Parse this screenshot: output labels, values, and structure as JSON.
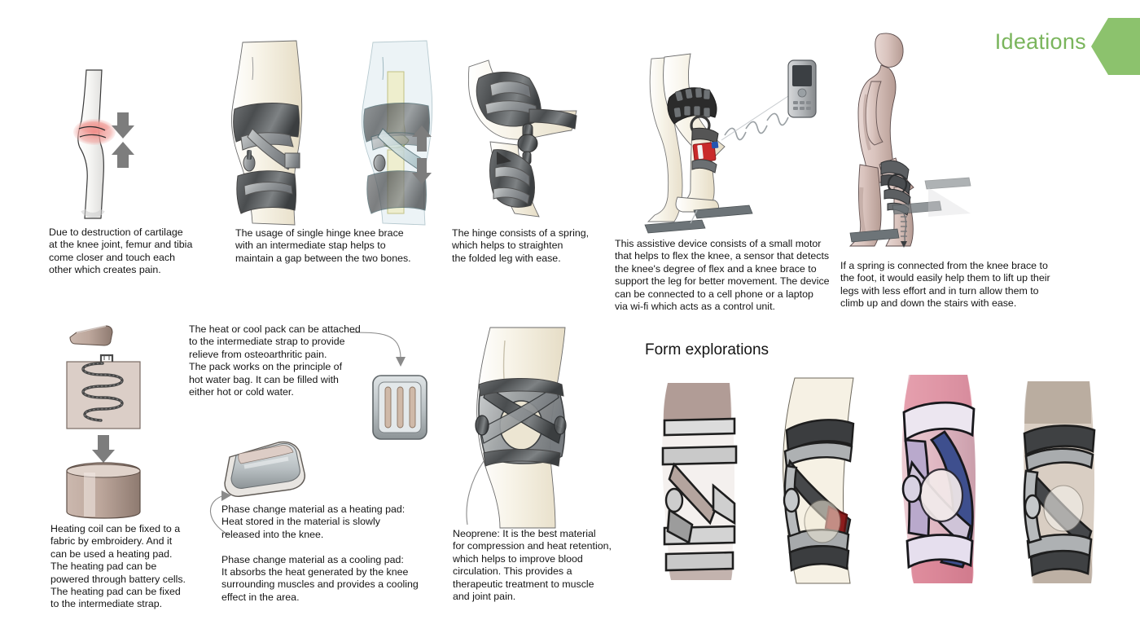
{
  "page": {
    "title": "Ideations",
    "background": "#ffffff",
    "accent_green": "#8cc26d",
    "accent_green_text": "#7ab55c"
  },
  "tab": {
    "label": "Ideations",
    "icon": "chevron-left-tab-shape"
  },
  "row1": {
    "captions": [
      {
        "id": "cartilage-destruction",
        "text": "Due to destruction of cartilage\nat the knee joint, femur and tibia\ncome closer and touch each\nother which creates pain."
      },
      {
        "id": "single-hinge-brace",
        "text": "The usage of single hinge knee brace\nwith an intermediate stap helps to\nmaintain a gap between the two bones."
      },
      {
        "id": "hinge-spring",
        "text": "The hinge consists of a spring,\nwhich helps to straighten\nthe folded leg with ease."
      },
      {
        "id": "assistive-device",
        "text": "This assistive device consists of a small motor\nthat helps to flex the knee, a sensor that detects\nthe knee's degree of flex and a knee brace to\nsupport the leg for better movement. The device\ncan be connected to a cell phone or a laptop\nvia wi-fi which acts as a control unit."
      },
      {
        "id": "spring-to-foot",
        "text": "If a spring is connected from the knee brace to\nthe foot, it would easily help them to lift up their\nlegs with less effort and in turn allow them to\nclimb up and down the stairs with ease."
      }
    ]
  },
  "row2": {
    "captions": [
      {
        "id": "heat-cool-pack",
        "text": "The heat or cool pack can be attached\nto the intermediate strap to provide\nrelieve from osteoarthritic pain.\nThe pack works on the principle of\nhot water bag. It can be filled with\neither hot or cold water."
      },
      {
        "id": "heating-coil",
        "text": "Heating coil can be fixed to a\nfabric by embroidery. And it\ncan be used a heating pad.\nThe heating pad can be\npowered through battery cells.\nThe heating pad can be fixed\nto the intermediate strap."
      },
      {
        "id": "phase-change-material",
        "text": "Phase change material as a heating pad:\nHeat stored in the material is slowly\nreleased into the knee.\n\nPhase change material as a cooling pad:\nIt absorbs the heat generated by the knee\nsurrounding muscles and provides a cooling\neffect in the area."
      },
      {
        "id": "neoprene",
        "text": "Neoprene: It is the best material\nfor compression and heat retention,\nwhich helps to improve blood\ncirculation. This provides a\ntherapeutic treatment to muscle\nand joint pain."
      }
    ],
    "form_explorations_heading": "Form explorations"
  },
  "illustrations": {
    "knee-joint-pain": "knee-joint-cartilage-pain-sketch",
    "knee-brace-pair": "single-hinge-knee-brace-sketch",
    "folded-knee-hinge": "folded-leg-hinge-spring-sketch",
    "assistive-motor-leg": "assistive-device-leg-with-cellphone-sketch",
    "stairs-figure": "person-climbing-stairs-with-brace-sketch",
    "heating-coil-stack": "heating-coil-fabric-exploded-sketch",
    "hot-water-pack": "hot-water-pack-sketch",
    "pcm-tray": "phase-change-material-tray-sketch",
    "neoprene-knee": "neoprene-knee-brace-on-leg-sketch",
    "form-explorations": [
      "form-exploration-brace-1",
      "form-exploration-brace-2",
      "form-exploration-brace-3",
      "form-exploration-brace-4"
    ]
  }
}
